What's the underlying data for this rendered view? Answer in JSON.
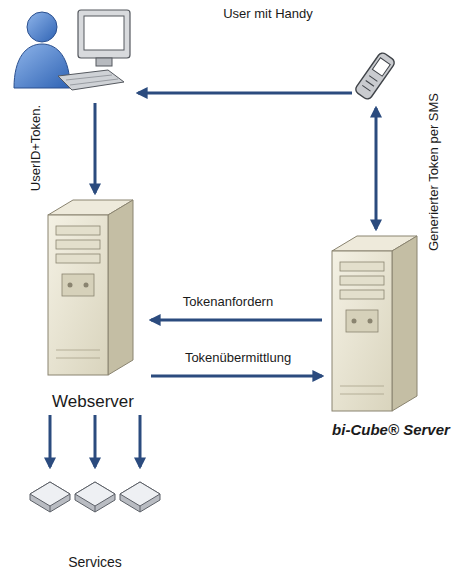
{
  "diagram": {
    "nodes": [
      {
        "text": []
      },
      {
        "text": []
      },
      {
        "text": [
          "Webserver"
        ]
      },
      {
        "text": [
          "bi-Cube® Server"
        ]
      },
      {
        "text": [
          "Services"
        ]
      }
    ],
    "edges": [
      {
        "from": 1,
        "to": 0,
        "label": "User mit Handy",
        "arrow": "to"
      },
      {
        "from": 0,
        "to": 2,
        "label": "UserID+Token.",
        "arrow": "to"
      },
      {
        "from": 3,
        "to": 1,
        "label": "Generierter Token per SMS",
        "arrow": "both"
      },
      {
        "from": 3,
        "to": 2,
        "label": "Tokenanfordern",
        "arrow": "to"
      },
      {
        "from": 2,
        "to": 3,
        "label": "Tokenübermittlung",
        "arrow": "to"
      },
      {
        "from": 2,
        "to": 4,
        "arrow": "to"
      },
      {
        "from": 2,
        "to": 4,
        "arrow": "to"
      },
      {
        "from": 2,
        "to": 4,
        "arrow": "to"
      }
    ]
  }
}
